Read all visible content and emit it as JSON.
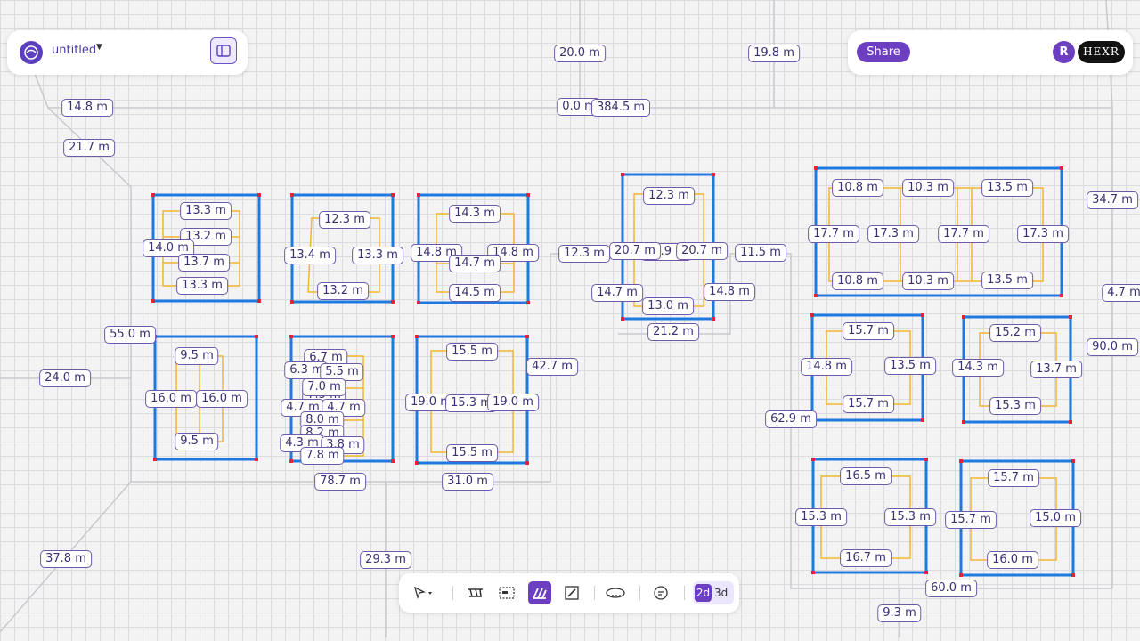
{
  "app": {
    "file_name": "untitled",
    "share_label": "Share",
    "user_initial": "R",
    "brand_text": "HEXR",
    "mode_2d": "2d",
    "mode_3d": "3d"
  },
  "colors": {
    "accent": "#6b3fc0",
    "room_wall": "#1f7ae0",
    "inner_path": "#f2b632",
    "corner_marker": "#e0243a",
    "guide_line": "#c9c9ce",
    "label_border": "#6f5aa8"
  },
  "toolbar": {
    "tools": [
      {
        "name": "select-tool-icon",
        "active": false
      },
      {
        "name": "wall-tool-icon",
        "active": false
      },
      {
        "name": "room-tool-icon",
        "active": false
      },
      {
        "name": "area-tool-icon",
        "active": true
      },
      {
        "name": "draw-tool-icon",
        "active": false
      },
      {
        "name": "measure-tool-icon",
        "active": false
      },
      {
        "name": "comment-tool-icon",
        "active": false
      }
    ]
  },
  "measurements": [
    {
      "id": "m1",
      "text": "20.0 m"
    },
    {
      "id": "m2",
      "text": "19.8 m"
    },
    {
      "id": "m3",
      "text": "14.8 m"
    },
    {
      "id": "m4",
      "text": "0.0 m"
    },
    {
      "id": "m5",
      "text": "384.5 m"
    },
    {
      "id": "m6",
      "text": "21.7 m"
    },
    {
      "id": "m7",
      "text": "34.7 m"
    },
    {
      "id": "m8",
      "text": "4.7 m"
    },
    {
      "id": "m9",
      "text": "90.0 m"
    },
    {
      "id": "m10",
      "text": "55.0 m"
    },
    {
      "id": "m11",
      "text": "24.0 m"
    },
    {
      "id": "m12",
      "text": "42.7 m"
    },
    {
      "id": "m13",
      "text": "12.3 m"
    },
    {
      "id": "m14",
      "text": "11.5 m"
    },
    {
      "id": "m15",
      "text": "21.2 m"
    },
    {
      "id": "m16",
      "text": "62.9 m"
    },
    {
      "id": "m17",
      "text": "78.7 m"
    },
    {
      "id": "m18",
      "text": "31.0 m"
    },
    {
      "id": "m19",
      "text": "37.8 m"
    },
    {
      "id": "m20",
      "text": "29.3 m"
    },
    {
      "id": "m21",
      "text": "60.0 m"
    },
    {
      "id": "m22",
      "text": "9.3 m"
    },
    {
      "id": "r1a",
      "text": "13.3 m"
    },
    {
      "id": "r1b",
      "text": "13.2 m"
    },
    {
      "id": "r1c",
      "text": "14.0 m"
    },
    {
      "id": "r1d",
      "text": "13.7 m"
    },
    {
      "id": "r1e",
      "text": "13.3 m"
    },
    {
      "id": "r2a",
      "text": "12.3 m"
    },
    {
      "id": "r2b",
      "text": "13.4 m"
    },
    {
      "id": "r2c",
      "text": "13.3 m"
    },
    {
      "id": "r2d",
      "text": "13.2 m"
    },
    {
      "id": "r3a",
      "text": "14.3 m"
    },
    {
      "id": "r3b",
      "text": "14.8 m"
    },
    {
      "id": "r3c",
      "text": "14.8 m"
    },
    {
      "id": "r3d",
      "text": "14.7 m"
    },
    {
      "id": "r3e",
      "text": "14.5 m"
    },
    {
      "id": "r4a",
      "text": "12.3 m"
    },
    {
      "id": "r4b",
      "text": "20.7 m"
    },
    {
      "id": "r4c",
      "text": "12.9 m"
    },
    {
      "id": "r4d",
      "text": "20.7 m"
    },
    {
      "id": "r4e",
      "text": "14.7 m"
    },
    {
      "id": "r4f",
      "text": "13.0 m"
    },
    {
      "id": "r4g",
      "text": "14.8 m"
    },
    {
      "id": "r5a",
      "text": "10.8 m"
    },
    {
      "id": "r5b",
      "text": "10.3 m"
    },
    {
      "id": "r5c",
      "text": "13.5 m"
    },
    {
      "id": "r5d",
      "text": "17.7 m"
    },
    {
      "id": "r5e",
      "text": "17.3 m"
    },
    {
      "id": "r5f",
      "text": "17.7 m"
    },
    {
      "id": "r5g",
      "text": "17.3 m"
    },
    {
      "id": "r5h",
      "text": "10.8 m"
    },
    {
      "id": "r5i",
      "text": "10.3 m"
    },
    {
      "id": "r5j",
      "text": "13.5 m"
    },
    {
      "id": "r6a",
      "text": "9.5 m"
    },
    {
      "id": "r6b",
      "text": "16.0 m"
    },
    {
      "id": "r6c",
      "text": "16.0 m"
    },
    {
      "id": "r6d",
      "text": "9.5 m"
    },
    {
      "id": "r7a",
      "text": "6.7 m"
    },
    {
      "id": "r7b",
      "text": "6.3 m"
    },
    {
      "id": "r7c",
      "text": "5.5 m"
    },
    {
      "id": "r7d",
      "text": "7.0 m"
    },
    {
      "id": "r7e",
      "text": "7.5 m"
    },
    {
      "id": "r7f",
      "text": "4.7 m"
    },
    {
      "id": "r7g",
      "text": "4.7 m"
    },
    {
      "id": "r7h",
      "text": "8.0 m"
    },
    {
      "id": "r7i",
      "text": "8.2 m"
    },
    {
      "id": "r7j",
      "text": "4.3 m"
    },
    {
      "id": "r7k",
      "text": "3.8 m"
    },
    {
      "id": "r7l",
      "text": "7.8 m"
    },
    {
      "id": "r8a",
      "text": "15.5 m"
    },
    {
      "id": "r8b",
      "text": "19.0 m"
    },
    {
      "id": "r8c",
      "text": "15.3 m"
    },
    {
      "id": "r8d",
      "text": "19.0 m"
    },
    {
      "id": "r8e",
      "text": "15.5 m"
    },
    {
      "id": "r9a",
      "text": "15.7 m"
    },
    {
      "id": "r9b",
      "text": "14.8 m"
    },
    {
      "id": "r9c",
      "text": "13.5 m"
    },
    {
      "id": "r9d",
      "text": "15.7 m"
    },
    {
      "id": "r10a",
      "text": "15.2 m"
    },
    {
      "id": "r10b",
      "text": "14.3 m"
    },
    {
      "id": "r10c",
      "text": "13.7 m"
    },
    {
      "id": "r10d",
      "text": "15.3 m"
    },
    {
      "id": "r11a",
      "text": "16.5 m"
    },
    {
      "id": "r11b",
      "text": "15.3 m"
    },
    {
      "id": "r11c",
      "text": "15.3 m"
    },
    {
      "id": "r11d",
      "text": "16.7 m"
    },
    {
      "id": "r12a",
      "text": "15.7 m"
    },
    {
      "id": "r12b",
      "text": "15.7 m"
    },
    {
      "id": "r12c",
      "text": "15.0 m"
    },
    {
      "id": "r12d",
      "text": "16.0 m"
    }
  ]
}
